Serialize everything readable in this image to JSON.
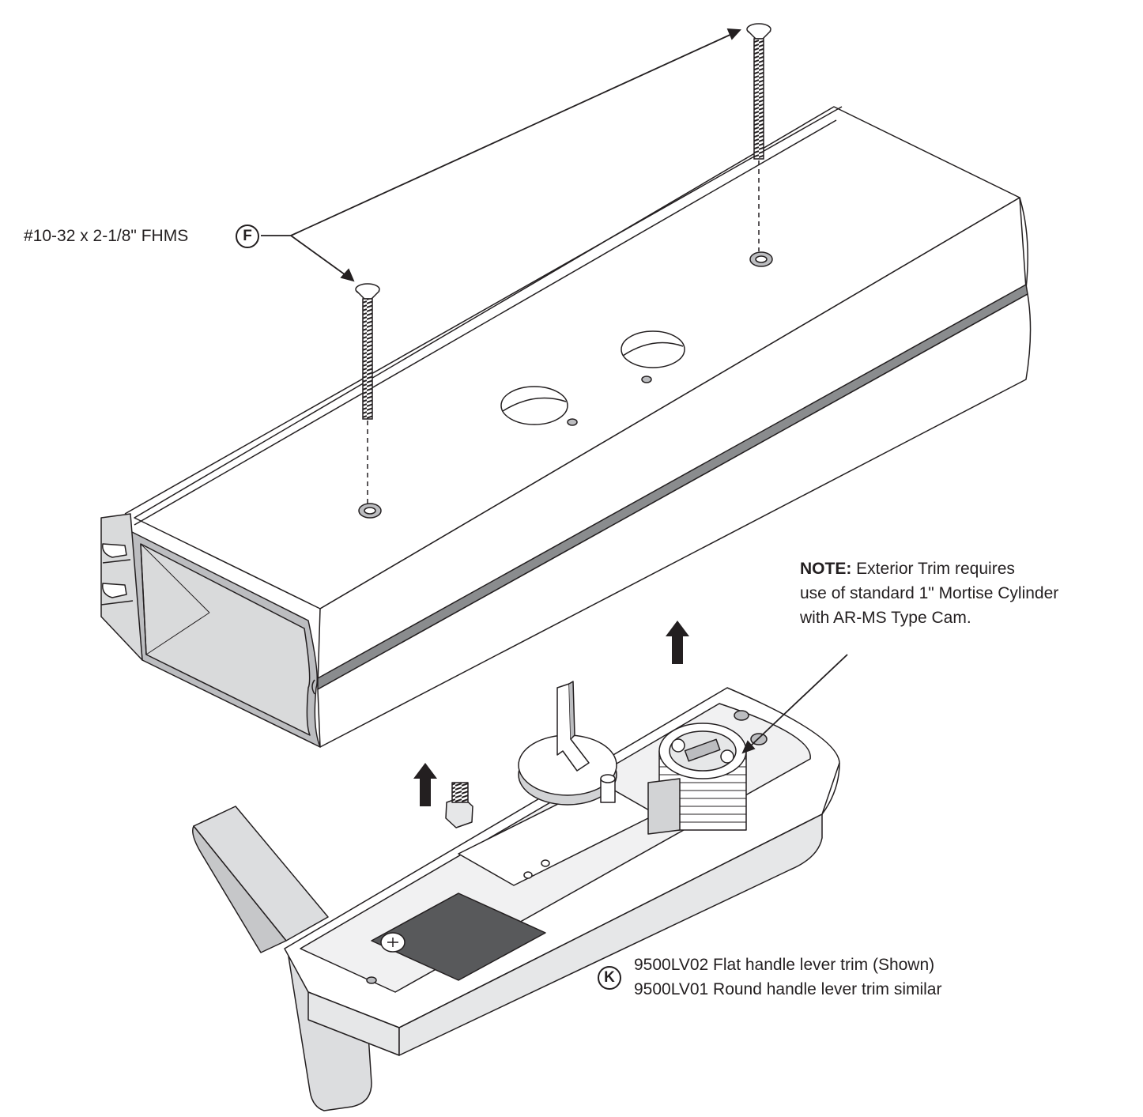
{
  "screw_label": {
    "text": "#10-32 x 2-1/8\" FHMS",
    "callout": "F"
  },
  "note": {
    "heading": "NOTE:",
    "line1_rest": "Exterior Trim requires",
    "line2": "use of standard 1\" Mortise Cylinder",
    "line3": "with AR-MS Type Cam."
  },
  "trim_label": {
    "callout": "K",
    "line1": "9500LV02 Flat handle lever trim (Shown)",
    "line2": "9500LV01 Round handle lever trim similar"
  },
  "colors": {
    "ink": "#231f20",
    "body_fill": "#ffffff",
    "shadow_gray": "#bcbdc0",
    "mid_gray": "#8a8c8e",
    "dark_gray": "#58595b",
    "lever_gray": "#dcdddf"
  }
}
